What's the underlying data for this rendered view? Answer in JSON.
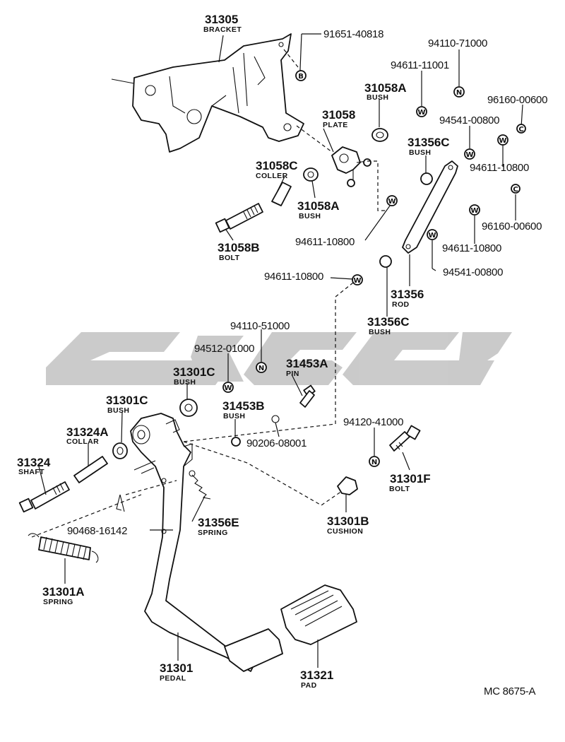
{
  "code": "MC 8675-A",
  "parts": [
    {
      "key": "bracket",
      "number": "31305",
      "desc": "BRACKET"
    },
    {
      "key": "plate",
      "number": "31058",
      "desc": "PLATE"
    },
    {
      "key": "bush_31058a_top",
      "number": "31058A",
      "desc": "BUSH"
    },
    {
      "key": "coller",
      "number": "31058C",
      "desc": "COLLER"
    },
    {
      "key": "bush_31058a_mid",
      "number": "31058A",
      "desc": "BUSH"
    },
    {
      "key": "bolt_31058b",
      "number": "31058B",
      "desc": "BOLT"
    },
    {
      "key": "bush_31356c_top",
      "number": "31356C",
      "desc": "BUSH"
    },
    {
      "key": "rod",
      "number": "31356",
      "desc": "ROD"
    },
    {
      "key": "bush_31356c_bot",
      "number": "31356C",
      "desc": "BUSH"
    },
    {
      "key": "pin",
      "number": "31453A",
      "desc": "PIN"
    },
    {
      "key": "bush_31453b",
      "number": "31453B",
      "desc": "BUSH"
    },
    {
      "key": "bush_31301c_right",
      "number": "31301C",
      "desc": "BUSH"
    },
    {
      "key": "bush_31301c_left",
      "number": "31301C",
      "desc": "BUSH"
    },
    {
      "key": "collar",
      "number": "31324A",
      "desc": "COLLAR"
    },
    {
      "key": "shaft",
      "number": "31324",
      "desc": "SHAFT"
    },
    {
      "key": "spring_31356e",
      "number": "31356E",
      "desc": "SPRING"
    },
    {
      "key": "cushion",
      "number": "31301B",
      "desc": "CUSHION"
    },
    {
      "key": "bolt_31301f",
      "number": "31301F",
      "desc": "BOLT"
    },
    {
      "key": "spring_31301a",
      "number": "31301A",
      "desc": "SPRING"
    },
    {
      "key": "pedal",
      "number": "31301",
      "desc": "PEDAL"
    },
    {
      "key": "pad",
      "number": "31321",
      "desc": "PAD"
    }
  ],
  "refs": [
    {
      "key": "r1",
      "number": "91651-40818",
      "symbol": "B"
    },
    {
      "key": "r2",
      "number": "94110-71000",
      "symbol": "N"
    },
    {
      "key": "r3",
      "number": "94611-11001",
      "symbol": "W"
    },
    {
      "key": "r4",
      "number": "96160-00600",
      "symbol": "C"
    },
    {
      "key": "r5",
      "number": "94541-00800",
      "symbol": "W"
    },
    {
      "key": "r6",
      "number": "94611-10800",
      "symbol": "W"
    },
    {
      "key": "r7",
      "number": "96160-00600",
      "symbol": "C"
    },
    {
      "key": "r8",
      "number": "94611-10800",
      "symbol": "W"
    },
    {
      "key": "r9",
      "number": "94541-00800",
      "symbol": "W"
    },
    {
      "key": "r10",
      "number": "94611-10800",
      "symbol": "W"
    },
    {
      "key": "r11",
      "number": "94611-10800",
      "symbol": "W"
    },
    {
      "key": "r12",
      "number": "94110-51000",
      "symbol": "N"
    },
    {
      "key": "r13",
      "number": "94512-01000",
      "symbol": "W"
    },
    {
      "key": "r14",
      "number": "90206-08001",
      "symbol": ""
    },
    {
      "key": "r15",
      "number": "94120-41000",
      "symbol": "N"
    },
    {
      "key": "r16",
      "number": "90468-16142",
      "symbol": ""
    }
  ]
}
